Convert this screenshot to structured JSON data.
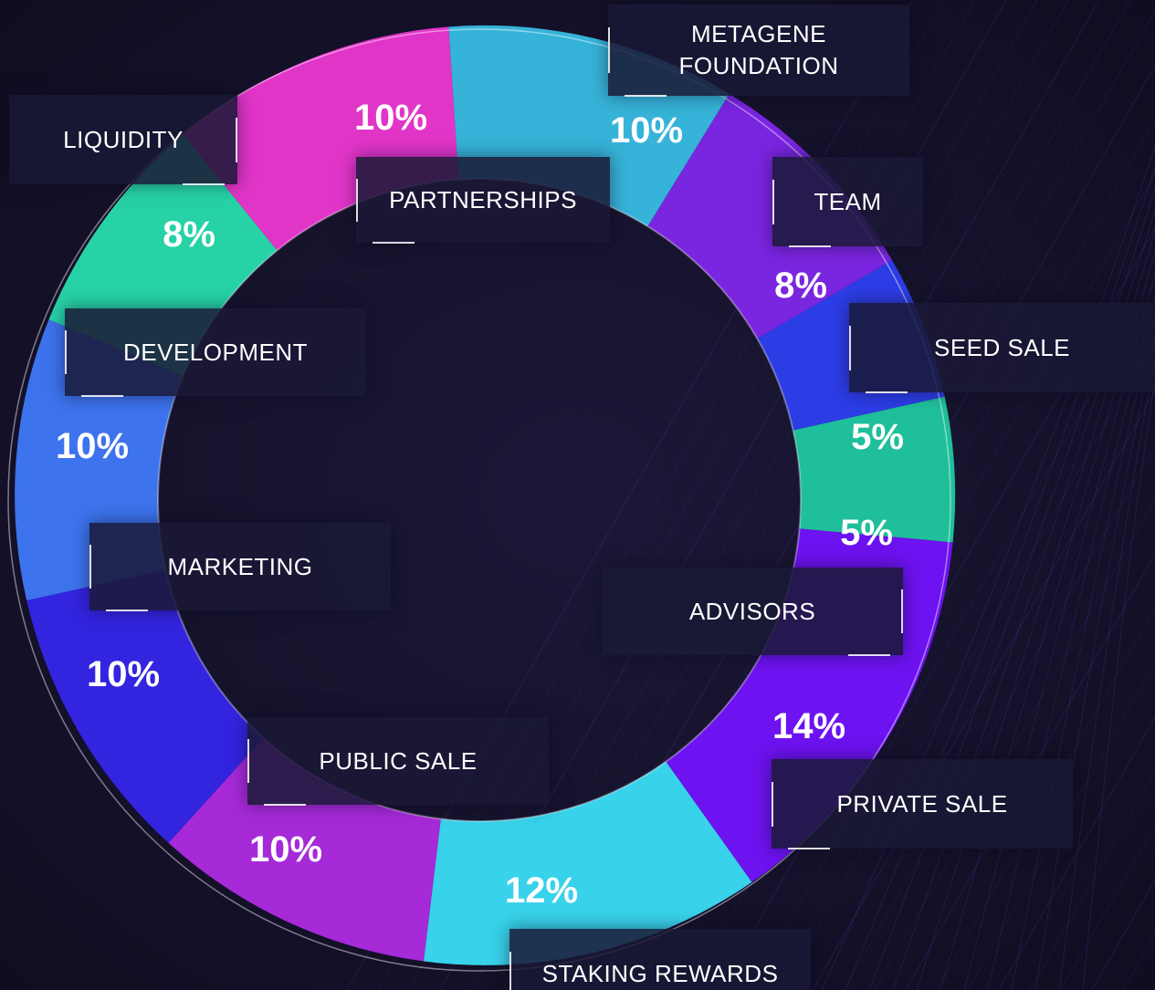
{
  "chart_data": {
    "type": "pie",
    "donut": true,
    "categories": [
      "PARTNERSHIPS",
      "METAGENE FOUNDATION",
      "TEAM",
      "SEED SALE",
      "ADVISORS",
      "PRIVATE SALE",
      "STAKING REWARDS",
      "PUBLIC SALE",
      "MARKETING",
      "DEVELOPMENT",
      "LIQUIDITY"
    ],
    "labels": [
      "10%",
      "10%",
      "8%",
      "5%",
      "5%",
      "14%",
      "12%",
      "10%",
      "10%",
      "10%",
      "8%"
    ],
    "values": [
      10,
      10,
      8,
      5,
      5,
      14,
      12,
      10,
      10,
      10,
      8
    ],
    "colors": [
      "#e135c8",
      "#36b3d8",
      "#7a25e0",
      "#2c3de6",
      "#1fbf9b",
      "#6d12f0",
      "#38d2ea",
      "#a62ad8",
      "#3324e0",
      "#3d73ec",
      "#26d2a6"
    ],
    "legend": "none"
  }
}
